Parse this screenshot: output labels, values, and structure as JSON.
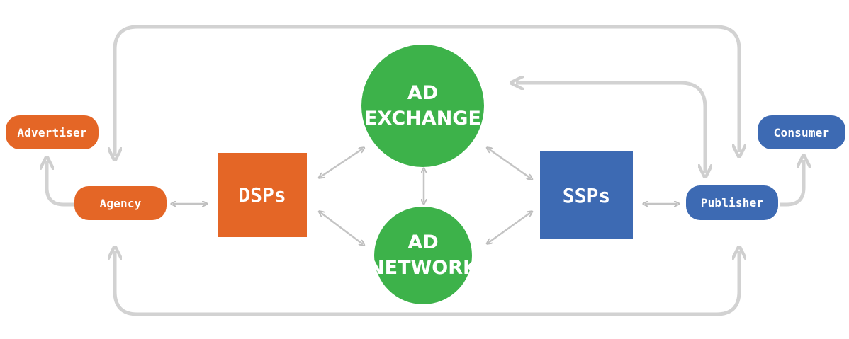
{
  "nodes": {
    "advertiser": "Advertiser",
    "agency": "Agency",
    "dsps": "DSPs",
    "ad_exchange_line1": "AD",
    "ad_exchange_line2": "EXCHANGE",
    "ad_network_line1": "AD",
    "ad_network_line2": "NETWORK",
    "ssps": "SSPs",
    "publisher": "Publisher",
    "consumer": "Consumer"
  },
  "colors": {
    "buy_side": "#e46626",
    "sell_side": "#3d6ab3",
    "intermediary": "#3db24a",
    "connector": "#cfcfcf"
  }
}
